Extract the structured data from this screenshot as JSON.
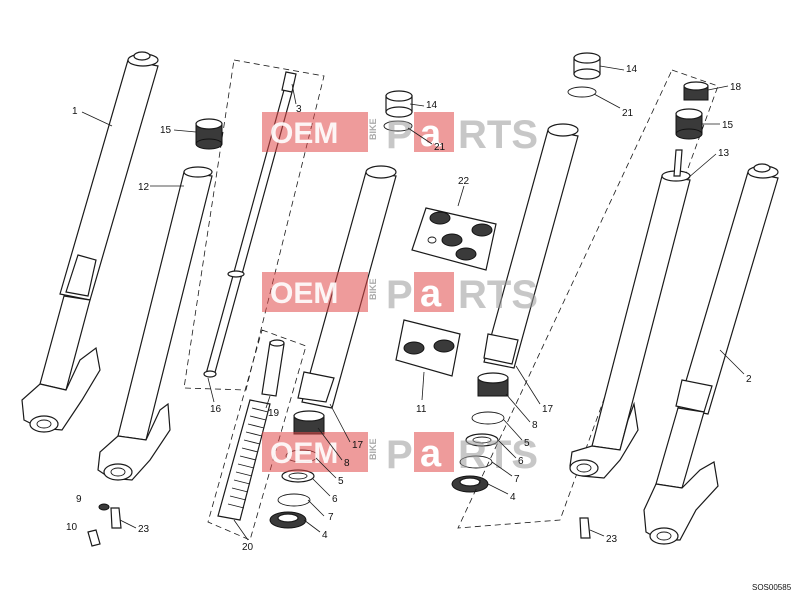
{
  "diagram_code": "SOS00585",
  "watermark": {
    "oem": "OEM",
    "bike": "BIKE",
    "parts_p": "P",
    "parts_a": "a",
    "parts_rts": "RTS"
  },
  "callouts": {
    "c1": "1",
    "c2": "2",
    "c3": "3",
    "c4a": "4",
    "c4b": "4",
    "c5a": "5",
    "c5b": "5",
    "c6a": "6",
    "c6b": "6",
    "c7a": "7",
    "c7b": "7",
    "c8a": "8",
    "c8b": "8",
    "c9": "9",
    "c10": "10",
    "c11": "11",
    "c12": "12",
    "c13": "13",
    "c14a": "14",
    "c14b": "14",
    "c15a": "15",
    "c15b": "15",
    "c16": "16",
    "c17a": "17",
    "c17b": "17",
    "c18": "18",
    "c19": "19",
    "c20": "20",
    "c21a": "21",
    "c21b": "21",
    "c22": "22",
    "c23a": "23",
    "c23b": "23"
  }
}
